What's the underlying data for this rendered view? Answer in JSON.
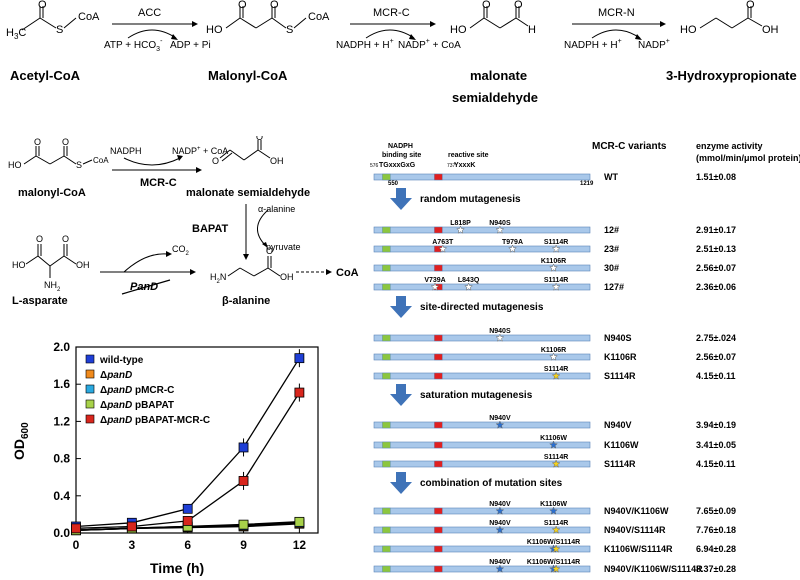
{
  "pathway": {
    "compounds": [
      "Acetyl-CoA",
      "Malonyl-CoA",
      "malonate",
      "semialdehyde",
      "3-Hydroxypropionate"
    ],
    "enzymes": [
      "ACC",
      "MCR-C",
      "MCR-N"
    ],
    "cofactors": {
      "acc_in": "ATP + HCO",
      "acc_in_sub": "3",
      "acc_in_sup": "-",
      "acc_out": "ADP + Pi",
      "mcrc_in": "NADPH + H",
      "mcrc_out": "NADP",
      "mcrc_out_tail": " + CoA",
      "mcrn_in": "NADPH + H",
      "mcrn_out": "NADP",
      "plus": "+"
    },
    "atoms": {
      "O": "O",
      "S": "S",
      "CoA": "CoA",
      "HO": "HO",
      "H": "H",
      "H3C": "H",
      "H3C_sub": "3",
      "H3C_C": "C"
    }
  },
  "betaala": {
    "compounds": [
      "malonyl-CoA",
      "malonate semialdehyde",
      "L-asparate",
      "β-alanine",
      "CoA"
    ],
    "enzymes": [
      "MCR-C",
      "BAPAT",
      "PanD"
    ],
    "cofactors": {
      "nadph": "NADPH",
      "nadp_coa": "NADP",
      "nadp_coa_tail": " + CoA",
      "plus": "+",
      "alpha_ala": "α-alanine",
      "pyruvate": "pyruvate",
      "co2": "CO",
      "co2_sub": "2"
    },
    "atoms": {
      "O": "O",
      "S": "S",
      "CoA": "CoA",
      "OH": "OH",
      "HO": "HO",
      "NH2": "NH",
      "NH2_sub": "2",
      "H2N": "H",
      "H2N_sub": "2",
      "H2N_N": "N"
    }
  },
  "chart_data": {
    "type": "line",
    "title": "",
    "xlabel": "Time (h)",
    "ylabel": "OD",
    "ylabel_sub": "600",
    "x": [
      0,
      3,
      6,
      9,
      12
    ],
    "xlim": [
      0,
      13
    ],
    "ylim": [
      0,
      2.0
    ],
    "xticks": [
      0,
      3,
      6,
      9,
      12
    ],
    "yticks": [
      "0.0",
      "0.4",
      "0.8",
      "1.2",
      "1.6",
      "2.0"
    ],
    "legend_position": "top-left",
    "series": [
      {
        "name": "wild-type",
        "prefix": "",
        "italic": "",
        "suffix": "wild-type",
        "color": "#1f3fd6",
        "values": [
          0.07,
          0.11,
          0.26,
          0.92,
          1.88
        ]
      },
      {
        "name": "ΔpanD",
        "prefix": "Δ",
        "italic": "panD",
        "suffix": "",
        "color": "#f08a1c",
        "values": [
          0.03,
          0.05,
          0.06,
          0.07,
          0.1
        ]
      },
      {
        "name": "ΔpanD pMCR-C",
        "prefix": "Δ",
        "italic": "panD",
        "suffix": " pMCR-C",
        "color": "#2aa9e0",
        "values": [
          0.03,
          0.05,
          0.07,
          0.08,
          0.11
        ]
      },
      {
        "name": "ΔpanD pBAPAT",
        "prefix": "Δ",
        "italic": "panD",
        "suffix": " pBAPAT",
        "color": "#a8d24a",
        "values": [
          0.03,
          0.05,
          0.07,
          0.09,
          0.12
        ]
      },
      {
        "name": "ΔpanD pBAPAT-MCR-C",
        "prefix": "Δ",
        "italic": "panD",
        "suffix": " pBAPAT-MCR-C",
        "color": "#d8261d",
        "values": [
          0.05,
          0.07,
          0.13,
          0.56,
          1.51
        ]
      }
    ]
  },
  "mutagenesis": {
    "header_variants": "MCR-C variants",
    "header_activity": "enzyme activity",
    "header_units": "(mmol/min/μmol protein)",
    "top_labels": {
      "nadph_site": "NADPH",
      "binding_site": "binding site",
      "motif1_num": "576",
      "motif1": "TGxxxGxG",
      "reactive_site": "reactive site",
      "motif2_num": "737",
      "motif2": "YxxxK",
      "start": "550",
      "end": "1219"
    },
    "stages": [
      "random mutagenesis",
      "site-directed mutagenesis",
      "saturation mutagenesis",
      "combination of mutation sites"
    ],
    "rows": [
      {
        "variant": "WT",
        "activity": "1.51±0.08",
        "muts": []
      },
      {
        "variant": "12#",
        "activity": "2.91±0.17",
        "muts": [
          {
            "label": "L818P",
            "pos": 818,
            "star": "white"
          },
          {
            "label": "N940S",
            "pos": 940,
            "star": "white"
          }
        ]
      },
      {
        "variant": "23#",
        "activity": "2.51±0.13",
        "muts": [
          {
            "label": "A763T",
            "pos": 763,
            "star": "white"
          },
          {
            "label": "T979A",
            "pos": 979,
            "star": "white"
          },
          {
            "label": "S1114R",
            "pos": 1114,
            "star": "white"
          }
        ]
      },
      {
        "variant": "30#",
        "activity": "2.56±0.07",
        "muts": [
          {
            "label": "K1106R",
            "pos": 1106,
            "star": "white"
          }
        ]
      },
      {
        "variant": "127#",
        "activity": "2.36±0.06",
        "muts": [
          {
            "label": "V739A",
            "pos": 739,
            "star": "white"
          },
          {
            "label": "L843Q",
            "pos": 843,
            "star": "white"
          },
          {
            "label": "S1114R",
            "pos": 1114,
            "star": "white"
          }
        ]
      },
      {
        "variant": "N940S",
        "activity": "2.75±.024",
        "muts": [
          {
            "label": "N940S",
            "pos": 940,
            "star": "white"
          }
        ]
      },
      {
        "variant": "K1106R",
        "activity": "2.56±0.07",
        "muts": [
          {
            "label": "K1106R",
            "pos": 1106,
            "star": "white"
          }
        ]
      },
      {
        "variant": "S1114R",
        "activity": "4.15±0.11",
        "muts": [
          {
            "label": "S1114R",
            "pos": 1114,
            "star": "yellow"
          }
        ]
      },
      {
        "variant": "N940V",
        "activity": "3.94±0.19",
        "muts": [
          {
            "label": "N940V",
            "pos": 940,
            "star": "blue"
          }
        ]
      },
      {
        "variant": "K1106W",
        "activity": "3.41±0.05",
        "muts": [
          {
            "label": "K1106W",
            "pos": 1106,
            "star": "blue"
          }
        ]
      },
      {
        "variant": "S1114R",
        "activity": "4.15±0.11",
        "muts": [
          {
            "label": "S1114R",
            "pos": 1114,
            "star": "yellow"
          }
        ]
      },
      {
        "variant": "N940V/K1106W",
        "activity": "7.65±0.09",
        "muts": [
          {
            "label": "N940V",
            "pos": 940,
            "star": "blue"
          },
          {
            "label": "K1106W",
            "pos": 1106,
            "star": "blue"
          }
        ]
      },
      {
        "variant": "N940V/S1114R",
        "activity": "7.76±0.18",
        "muts": [
          {
            "label": "N940V",
            "pos": 940,
            "star": "blue"
          },
          {
            "label": "S1114R",
            "pos": 1114,
            "star": "yellow"
          }
        ]
      },
      {
        "variant": "K1106W/S1114R",
        "activity": "6.94±0.28",
        "muts": [
          {
            "label": "K1106W/S1114R",
            "pos": 1106,
            "star": "blue"
          },
          {
            "label": "",
            "pos": 1114,
            "star": "yellow"
          }
        ]
      },
      {
        "variant": "N940V/K1106W/S1114R",
        "activity": "8.37±0.28",
        "muts": [
          {
            "label": "N940V",
            "pos": 940,
            "star": "blue"
          },
          {
            "label": "K1106W/S1114R",
            "pos": 1106,
            "star": "blue"
          },
          {
            "label": "",
            "pos": 1114,
            "star": "yellow"
          }
        ]
      }
    ],
    "colors": {
      "bar": "#a9c8ea",
      "bar_stroke": "#5b86b8",
      "green": "#8cc63f",
      "red": "#e02020",
      "arrow": "#3f73b8",
      "star_blue": "#2a6fd0",
      "star_yellow": "#f5d21e"
    }
  }
}
